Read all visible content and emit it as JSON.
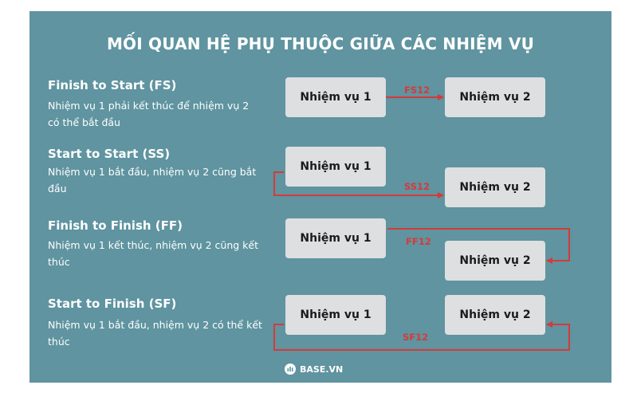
{
  "title": "MỐI QUAN HỆ PHỤ THUỘC GIỮA CÁC NHIỆM VỤ",
  "colors": {
    "panel": "#5f94a0",
    "box": "#dedfe1",
    "arrow": "#d63a3a"
  },
  "sections": [
    {
      "title": "Finish to Start (FS)",
      "desc": "Nhiệm vụ 1 phải kết thúc để nhiệm vụ 2 có thể bắt đầu",
      "task1": "Nhiệm vụ 1",
      "task2": "Nhiệm vụ 2",
      "link": "FS12"
    },
    {
      "title": "Start to Start (SS)",
      "desc": "Nhiệm vụ 1 bắt đầu, nhiệm vụ 2 cũng bắt đầu",
      "task1": "Nhiệm vụ 1",
      "task2": "Nhiệm vụ 2",
      "link": "SS12"
    },
    {
      "title": "Finish to Finish (FF)",
      "desc": "Nhiệm vụ 1 kết thúc, nhiệm vụ 2 cũng kết thúc",
      "task1": "Nhiệm vụ 1",
      "task2": "Nhiệm vụ 2",
      "link": "FF12"
    },
    {
      "title": "Start to Finish (SF)",
      "desc": "Nhiệm vụ 1 bắt đầu, nhiệm vụ 2 có thể kết thúc",
      "task1": "Nhiệm vụ 1",
      "task2": "Nhiệm vụ 2",
      "link": "SF12"
    }
  ],
  "brand": {
    "name": "BASE.VN",
    "icon": "base-logo-icon"
  }
}
